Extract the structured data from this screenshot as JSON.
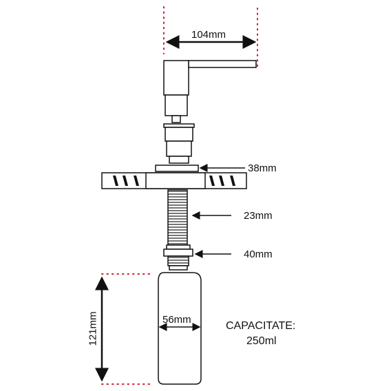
{
  "dimensions": {
    "spout_reach": "104mm",
    "flange_diameter": "38mm",
    "thread_diameter": "23mm",
    "nut_diameter": "40mm",
    "bottle_diameter": "56mm",
    "bottle_height": "121mm"
  },
  "capacity": {
    "label": "CAPACITATE:",
    "value": "250ml"
  },
  "colors": {
    "line": "#111111",
    "guide_dots": "#cc1f2a",
    "background": "#ffffff"
  }
}
